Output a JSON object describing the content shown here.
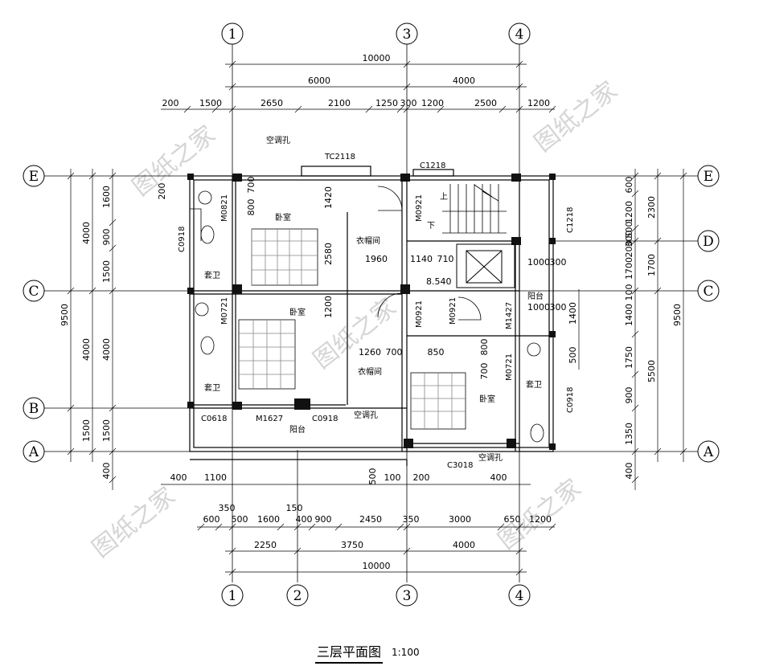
{
  "title": "三层平面图",
  "scale": "1:100",
  "watermark": "图纸之家",
  "axes": {
    "top": [
      "1",
      "3",
      "4"
    ],
    "bottom": [
      "1",
      "2",
      "3",
      "4"
    ],
    "left": [
      "E",
      "C",
      "B",
      "A"
    ],
    "right": [
      "E",
      "D",
      "C",
      "A"
    ]
  },
  "dims": {
    "top_total": "10000",
    "top_major": [
      "6000",
      "4000"
    ],
    "top_minor": [
      "200",
      "1500",
      "2650",
      "2100",
      "1250",
      "300",
      "1200",
      "2500",
      "1200"
    ],
    "bottom_total": "10000",
    "bottom_major": [
      "2250",
      "3750",
      "4000"
    ],
    "bottom_minor": [
      "600",
      "500",
      "1600",
      "400",
      "900",
      "2450",
      "350",
      "3000",
      "650",
      "1200"
    ],
    "bottom_minor_top": [
      "350",
      "150"
    ],
    "bottom_row1": [
      "400",
      "1100",
      "500",
      "100",
      "200",
      "400"
    ],
    "left_total": "9500",
    "left_major": [
      "4000",
      "4000",
      "1500"
    ],
    "left_minor": [
      "1600",
      "900",
      "1500",
      "4000",
      "1500",
      "400",
      "200"
    ],
    "right_total": "9500",
    "right_major": [
      "2300",
      "1700",
      "5500",
      "400"
    ],
    "right_minor": [
      "600",
      "1200",
      "500",
      "300",
      "200",
      "1700",
      "100",
      "1400",
      "1750",
      "900",
      "1350"
    ],
    "right_inner": [
      "1400",
      "500"
    ]
  },
  "rooms": {
    "bedroom": "卧室",
    "closet": "衣帽间",
    "bath": "套卫",
    "balcony": "阳台",
    "ac_hole": "空调孔",
    "up": "上",
    "down": "下"
  },
  "codes": {
    "windows": [
      "TC2118",
      "C1218",
      "C0918",
      "C0618",
      "M1627",
      "C0918",
      "C3018",
      "C1218",
      "C0918"
    ],
    "doors": [
      "M0821",
      "M0721",
      "M0921",
      "M0921",
      "M0921",
      "M0721",
      "M1427"
    ],
    "elevation": "8.540",
    "inner_dims": [
      "700",
      "800",
      "1420",
      "2580",
      "1200",
      "1960",
      "1140",
      "710",
      "1260",
      "700",
      "850",
      "700",
      "800",
      "1000",
      "300",
      "1000",
      "300"
    ]
  }
}
